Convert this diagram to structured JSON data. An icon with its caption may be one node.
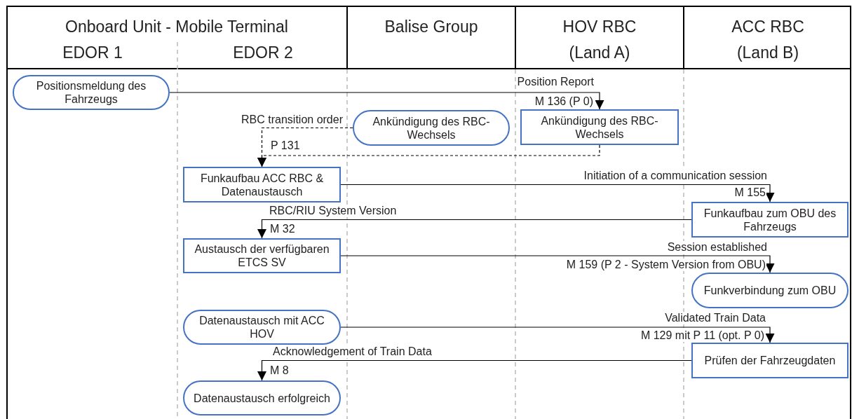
{
  "diagram": {
    "nodes": [
      {
        "text": [
          "Positionsmeldung des Fahrzeugs"
        ]
      },
      {
        "text": [
          "Ankündigung des RBC-Wechsels"
        ]
      },
      {
        "text": [
          "Ankündigung des RBC-Wechsels"
        ]
      },
      {
        "text": [
          "Funkaufbau ACC RBC & Datenaustausch"
        ]
      },
      {
        "text": [
          "Funkaufbau zum OBU des Fahrzeugs"
        ]
      },
      {
        "text": [
          "Austausch der verfügbaren ETCS SV"
        ]
      },
      {
        "text": [
          "Funkverbindung zum OBU"
        ]
      },
      {
        "text": [
          "Datenaustausch mit ACC HOV"
        ]
      },
      {
        "text": [
          "Prüfen der Fahrzeugdaten"
        ]
      },
      {
        "text": [
          "Datenaustausch erfolgreich"
        ]
      }
    ],
    "edges": [
      {
        "from": 0,
        "to": 2,
        "arrow": "to",
        "label": "Position Report"
      },
      {
        "from": 1,
        "to": 3,
        "arrow": "to",
        "style": "dashed",
        "label": "RBC transition order"
      },
      {
        "from": 2,
        "to": 3,
        "arrow": "to",
        "style": "dashed"
      },
      {
        "from": 3,
        "to": 4,
        "arrow": "to",
        "label": "Initiation of a communication session"
      },
      {
        "from": 4,
        "to": 5,
        "arrow": "to",
        "label": "RBC/RIU System Version"
      },
      {
        "from": 5,
        "to": 6,
        "arrow": "to",
        "label": "Session established"
      },
      {
        "from": 7,
        "to": 8,
        "arrow": "to",
        "label": "Validated Train Data"
      },
      {
        "from": 8,
        "to": 9,
        "arrow": "to",
        "label": "Acknowledgement of Train Data"
      }
    ],
    "labels": [
      "Onboard Unit - Mobile Terminal",
      "EDOR 1",
      "EDOR 2",
      "Balise Group",
      "HOV RBC (Land A)",
      "ACC RBC (Land B)",
      "M 136 (P 0)",
      "P 131",
      "M 155",
      "M 32",
      "M 159 (P 2 - System Version from OBU)",
      "M 129 mit P 11 (opt. P 0)",
      "M 8"
    ]
  }
}
